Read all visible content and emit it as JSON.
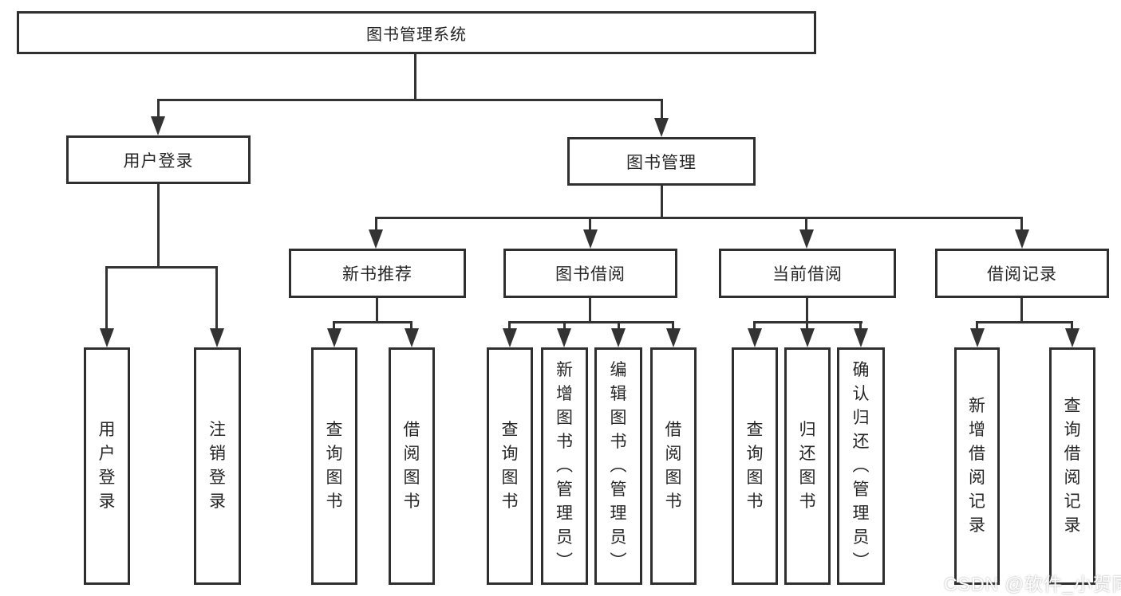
{
  "diagram": {
    "root": "图书管理系统",
    "user_branch": {
      "label": "用户登录",
      "children": [
        "用户登录",
        "注销登录"
      ]
    },
    "mgmt_branch": {
      "label": "图书管理",
      "groups": [
        {
          "label": "新书推荐",
          "children": [
            "查询图书",
            "借阅图书"
          ]
        },
        {
          "label": "图书借阅",
          "children": [
            "查询图书",
            "新增图书（管理员）",
            "编辑图书（管理员）",
            "借阅图书"
          ]
        },
        {
          "label": "当前借阅",
          "children": [
            "查询图书",
            "归还图书",
            "确认归还（管理员）"
          ]
        },
        {
          "label": "借阅记录",
          "children": [
            "新增借阅记录",
            "查询借阅记录"
          ]
        }
      ]
    }
  },
  "watermark": "CSDN @软件_小贺同学",
  "colors": {
    "line": "#333333",
    "border": "#2f2f2f",
    "text": "#262626",
    "watermark": "#ffffff",
    "background": "#ffffff"
  }
}
